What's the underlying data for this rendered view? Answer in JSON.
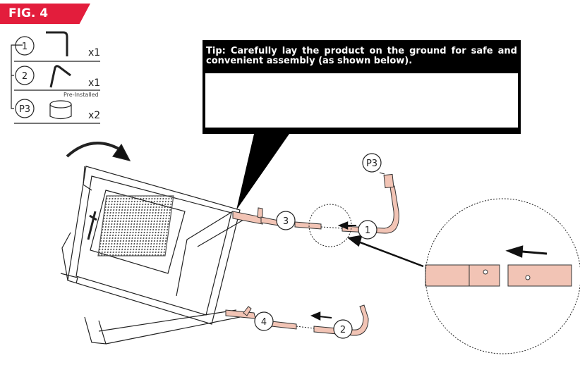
{
  "figure": {
    "label": "FIG. 4"
  },
  "parts": [
    {
      "id": "1",
      "qty": "x1",
      "note": ""
    },
    {
      "id": "2",
      "qty": "x1",
      "note": ""
    },
    {
      "id": "P3",
      "qty": "x2",
      "note": "Pre-Installed"
    }
  ],
  "tip": {
    "text": "Tip: Carefully lay the product on the ground for safe and convenient assembly (as shown below)."
  },
  "callouts": {
    "c3": "3",
    "c1": "1",
    "p3": "P3",
    "c4": "4",
    "c2": "2"
  },
  "colors": {
    "brand": "#e31d3c",
    "tube": "#f2c4b5"
  }
}
